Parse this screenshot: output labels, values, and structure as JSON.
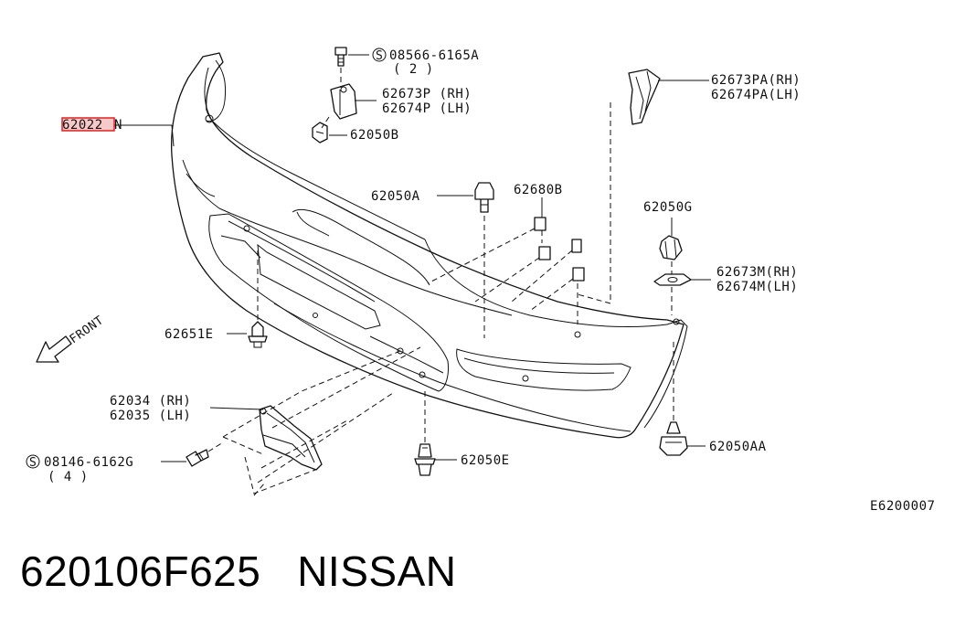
{
  "diagram": {
    "labels": {
      "bumper_fascia": "62022",
      "bumper_fascia_suffix": "N",
      "bolt_upper": "08566-6165A",
      "bolt_upper_qty": "( 2 )",
      "bracket_center_rh": "62673P (RH)",
      "bracket_center_lh": "62674P (LH)",
      "clip_62050b": "62050B",
      "bracket_side_rh": "62673PA(RH)",
      "bracket_side_lh": "62674PA(LH)",
      "clip_62050a": "62050A",
      "clip_62680b": "62680B",
      "clip_62050g": "62050G",
      "bracket_lower_rh": "62673M(RH)",
      "bracket_lower_lh": "62674M(LH)",
      "clip_62651e": "62651E",
      "front_label": "FRONT",
      "grille_rh": "62034 (RH)",
      "grille_lh": "62035 (LH)",
      "bolt_lower": "08146-6162G",
      "bolt_lower_qty": "( 4 )",
      "clip_62050e": "62050E",
      "clip_62050aa": "62050AA",
      "diagram_code": "E6200007"
    },
    "highlight_color": "#e02020"
  },
  "footer": {
    "part_number": "620106F625",
    "brand": "NISSAN"
  }
}
